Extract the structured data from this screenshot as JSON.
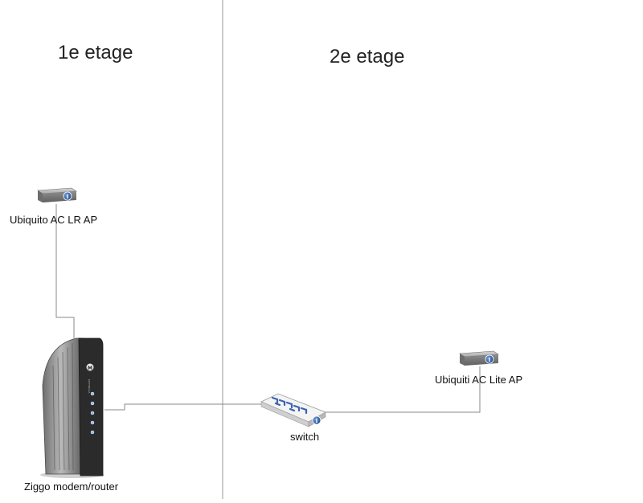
{
  "floors": {
    "floor1": "1e etage",
    "floor2": "2e etage"
  },
  "devices": {
    "ap_lr": "Ubiquito AC LR AP",
    "ap_lite": "Ubiquiti AC Lite AP",
    "switch": "switch",
    "modem": "Ziggo modem/router"
  },
  "colors": {
    "line": "#8a8a8a",
    "divider": "#9a9a9a",
    "ap_body": "#8c8c8c",
    "badge": "#2e5fa8",
    "switch_pattern": "#3a62b0"
  },
  "icons": {
    "ap_lr": "access-point-icon",
    "ap_lite": "access-point-icon",
    "switch": "network-switch-icon",
    "modem": "cable-modem-icon",
    "info_badge": "info-badge-icon"
  }
}
